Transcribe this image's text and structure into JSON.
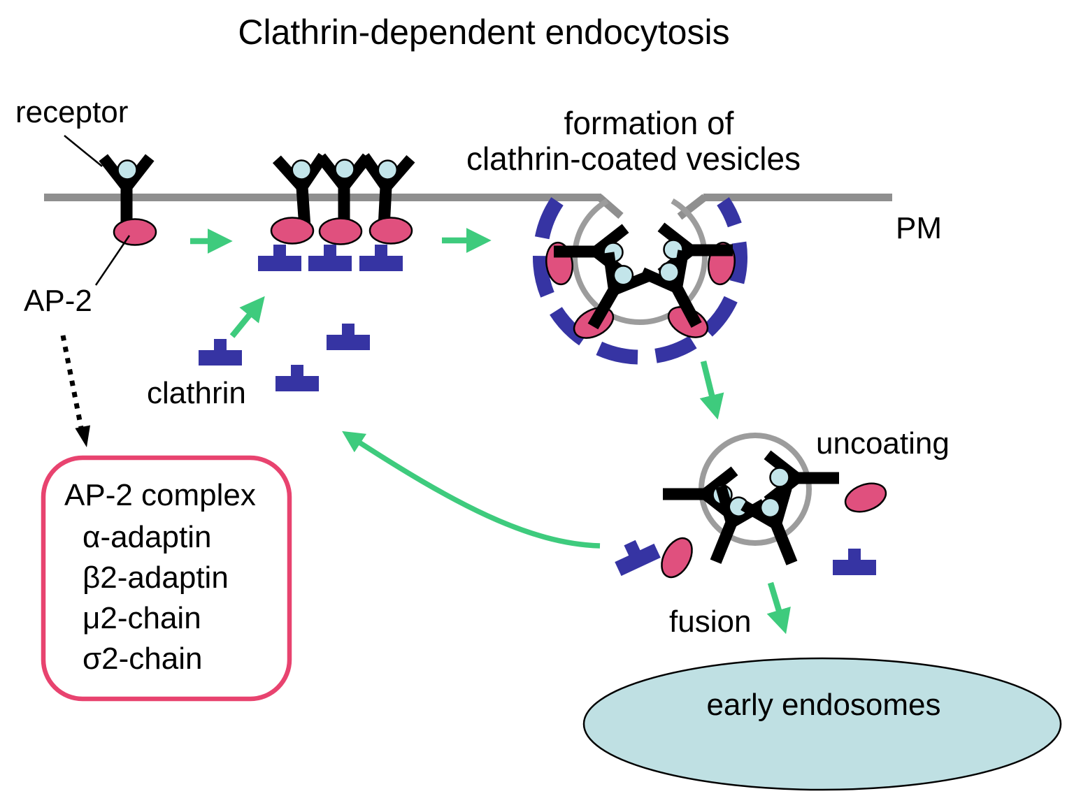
{
  "title": "Clathrin-dependent endocytosis",
  "labels": {
    "receptor": "receptor",
    "ap2": "AP-2",
    "clathrin": "clathrin",
    "formation_line1": "formation of",
    "formation_line2": "clathrin-coated vesicles",
    "membrane": "PM",
    "uncoating": "uncoating",
    "fusion": "fusion",
    "early_endosomes": "early endosomes"
  },
  "ap2_box": {
    "title": "AP-2 complex",
    "subunits": [
      "α-adaptin",
      "β2-adaptin",
      "μ2-chain",
      "σ2-chain"
    ]
  },
  "colors": {
    "ap2_pink": "#e0507e",
    "box_border_pink": "#e8436f",
    "clathrin_blue": "#3634a3",
    "ligand_blue": "#c3e5ea",
    "endosome_fill": "#bfe0e3",
    "membrane_gray": "#8f8f8f",
    "vesicle_gray": "#9c9c9c",
    "arrow_green": "#3ecb7d",
    "text_black": "#000000"
  }
}
